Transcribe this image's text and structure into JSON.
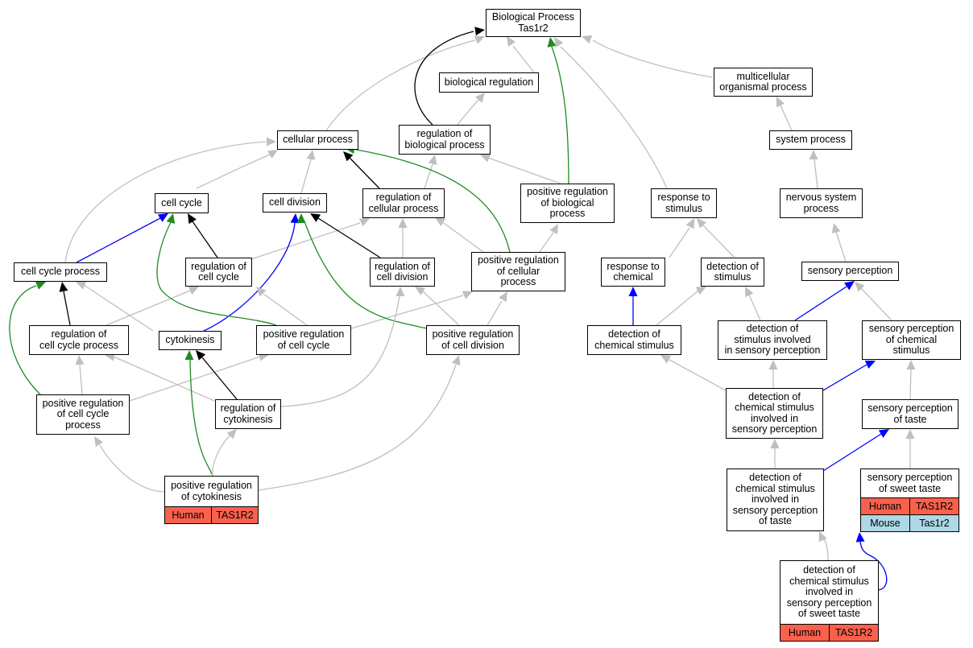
{
  "colors": {
    "is_a": "#bfbfbf",
    "part_of": "#000000",
    "regulates": "#0000ff",
    "positively_regulates": "#228b22",
    "human_badge": "#f9614d",
    "mouse_badge": "#add8e6"
  },
  "nodes": [
    {
      "id": "bp",
      "label": "Biological Process\nTas1r2"
    },
    {
      "id": "bioreg",
      "label": "biological regulation"
    },
    {
      "id": "multi",
      "label": "multicellular\norganismal process"
    },
    {
      "id": "cellproc",
      "label": "cellular process"
    },
    {
      "id": "regbio",
      "label": "regulation of\nbiological process"
    },
    {
      "id": "sysproc",
      "label": "system process"
    },
    {
      "id": "cellcycle",
      "label": "cell cycle"
    },
    {
      "id": "celldiv",
      "label": "cell division"
    },
    {
      "id": "regcell",
      "label": "regulation of\ncellular process"
    },
    {
      "id": "posregbio",
      "label": "positive regulation\nof biological\nprocess"
    },
    {
      "id": "response",
      "label": "response to\nstimulus"
    },
    {
      "id": "nervous",
      "label": "nervous system\nprocess"
    },
    {
      "id": "ccproc",
      "label": "cell cycle process"
    },
    {
      "id": "regcc",
      "label": "regulation of\ncell cycle"
    },
    {
      "id": "regdiv",
      "label": "regulation of\ncell division"
    },
    {
      "id": "posregcell",
      "label": "positive regulation\nof cellular\nprocess"
    },
    {
      "id": "respchem",
      "label": "response to\nchemical"
    },
    {
      "id": "detstim",
      "label": "detection of\nstimulus"
    },
    {
      "id": "sensperc",
      "label": "sensory perception"
    },
    {
      "id": "regccproc",
      "label": "regulation of\ncell cycle process"
    },
    {
      "id": "cytok",
      "label": "cytokinesis"
    },
    {
      "id": "posregcc",
      "label": "positive regulation\nof cell cycle"
    },
    {
      "id": "posregdiv",
      "label": "positive regulation\nof cell division"
    },
    {
      "id": "detchem",
      "label": "detection of\nchemical stimulus"
    },
    {
      "id": "detsens",
      "label": "detection of\nstimulus involved\nin sensory perception"
    },
    {
      "id": "senschem",
      "label": "sensory perception\nof chemical\nstimulus"
    },
    {
      "id": "posregccproc",
      "label": "positive regulation\nof cell cycle\nprocess"
    },
    {
      "id": "regcyto",
      "label": "regulation of\ncytokinesis"
    },
    {
      "id": "detchemsens",
      "label": "detection of\nchemical stimulus\ninvolved in\nsensory perception"
    },
    {
      "id": "senstaste",
      "label": "sensory perception\nof taste"
    },
    {
      "id": "posregcyto",
      "label": "positive regulation\nof cytokinesis",
      "badges": [
        [
          "Human",
          "TAS1R2"
        ]
      ]
    },
    {
      "id": "dettaste",
      "label": "detection of\nchemical stimulus\ninvolved in\nsensory perception\nof taste"
    },
    {
      "id": "sweet",
      "label": "sensory perception\nof sweet taste",
      "badges": [
        [
          "Human",
          "TAS1R2"
        ],
        [
          "Mouse",
          "Tas1r2"
        ]
      ]
    },
    {
      "id": "detsweet",
      "label": "detection of\nchemical stimulus\ninvolved in\nsensory perception\nof sweet taste",
      "badges": [
        [
          "Human",
          "TAS1R2"
        ]
      ]
    }
  ]
}
